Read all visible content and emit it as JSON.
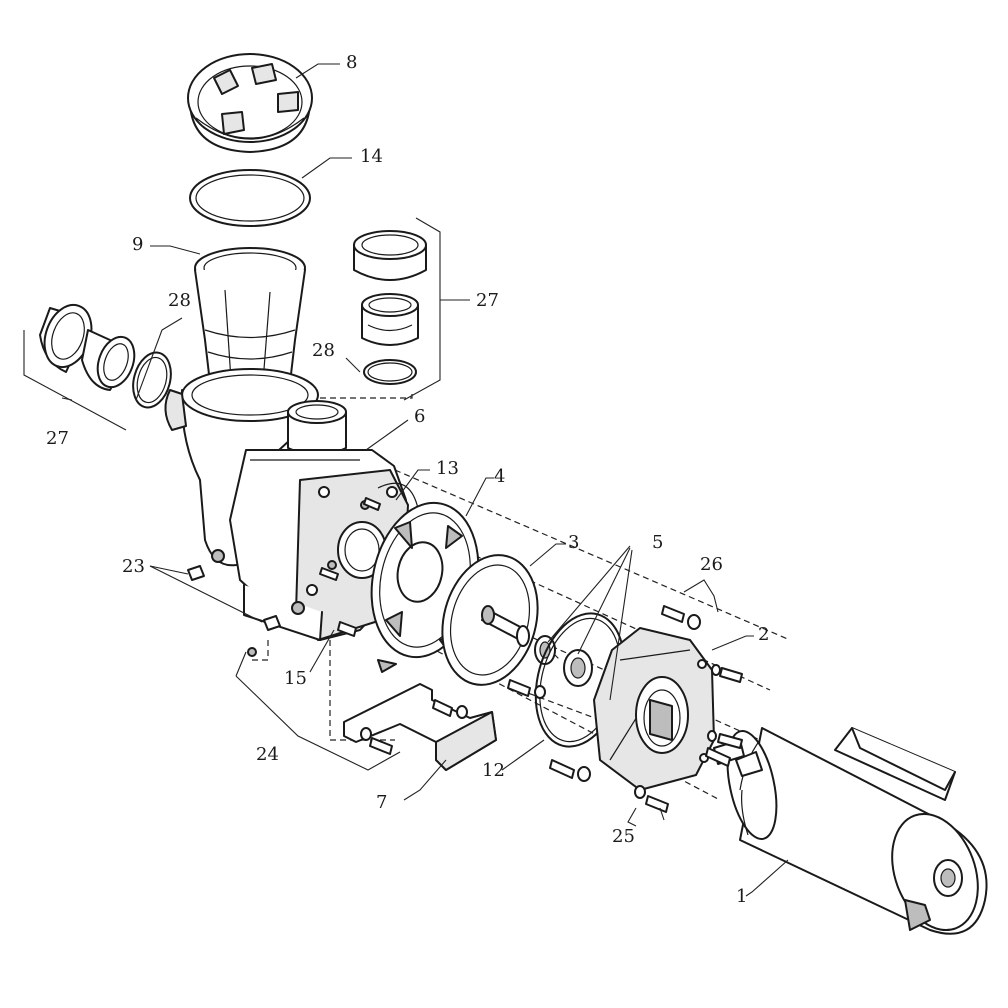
{
  "diagram": {
    "callouts": [
      {
        "id": "c1",
        "text": "1"
      },
      {
        "id": "c2",
        "text": "2"
      },
      {
        "id": "c3",
        "text": "3"
      },
      {
        "id": "c4",
        "text": "4"
      },
      {
        "id": "c5",
        "text": "5"
      },
      {
        "id": "c6",
        "text": "6"
      },
      {
        "id": "c7",
        "text": "7"
      },
      {
        "id": "c8",
        "text": "8"
      },
      {
        "id": "c9",
        "text": "9"
      },
      {
        "id": "c12",
        "text": "12"
      },
      {
        "id": "c13",
        "text": "13"
      },
      {
        "id": "c14",
        "text": "14"
      },
      {
        "id": "c15",
        "text": "15"
      },
      {
        "id": "c23",
        "text": "23"
      },
      {
        "id": "c24",
        "text": "24"
      },
      {
        "id": "c25",
        "text": "25"
      },
      {
        "id": "c26",
        "text": "26"
      },
      {
        "id": "c27a",
        "text": "27"
      },
      {
        "id": "c27b",
        "text": "27"
      },
      {
        "id": "c28a",
        "text": "28"
      },
      {
        "id": "c28b",
        "text": "28"
      }
    ]
  }
}
